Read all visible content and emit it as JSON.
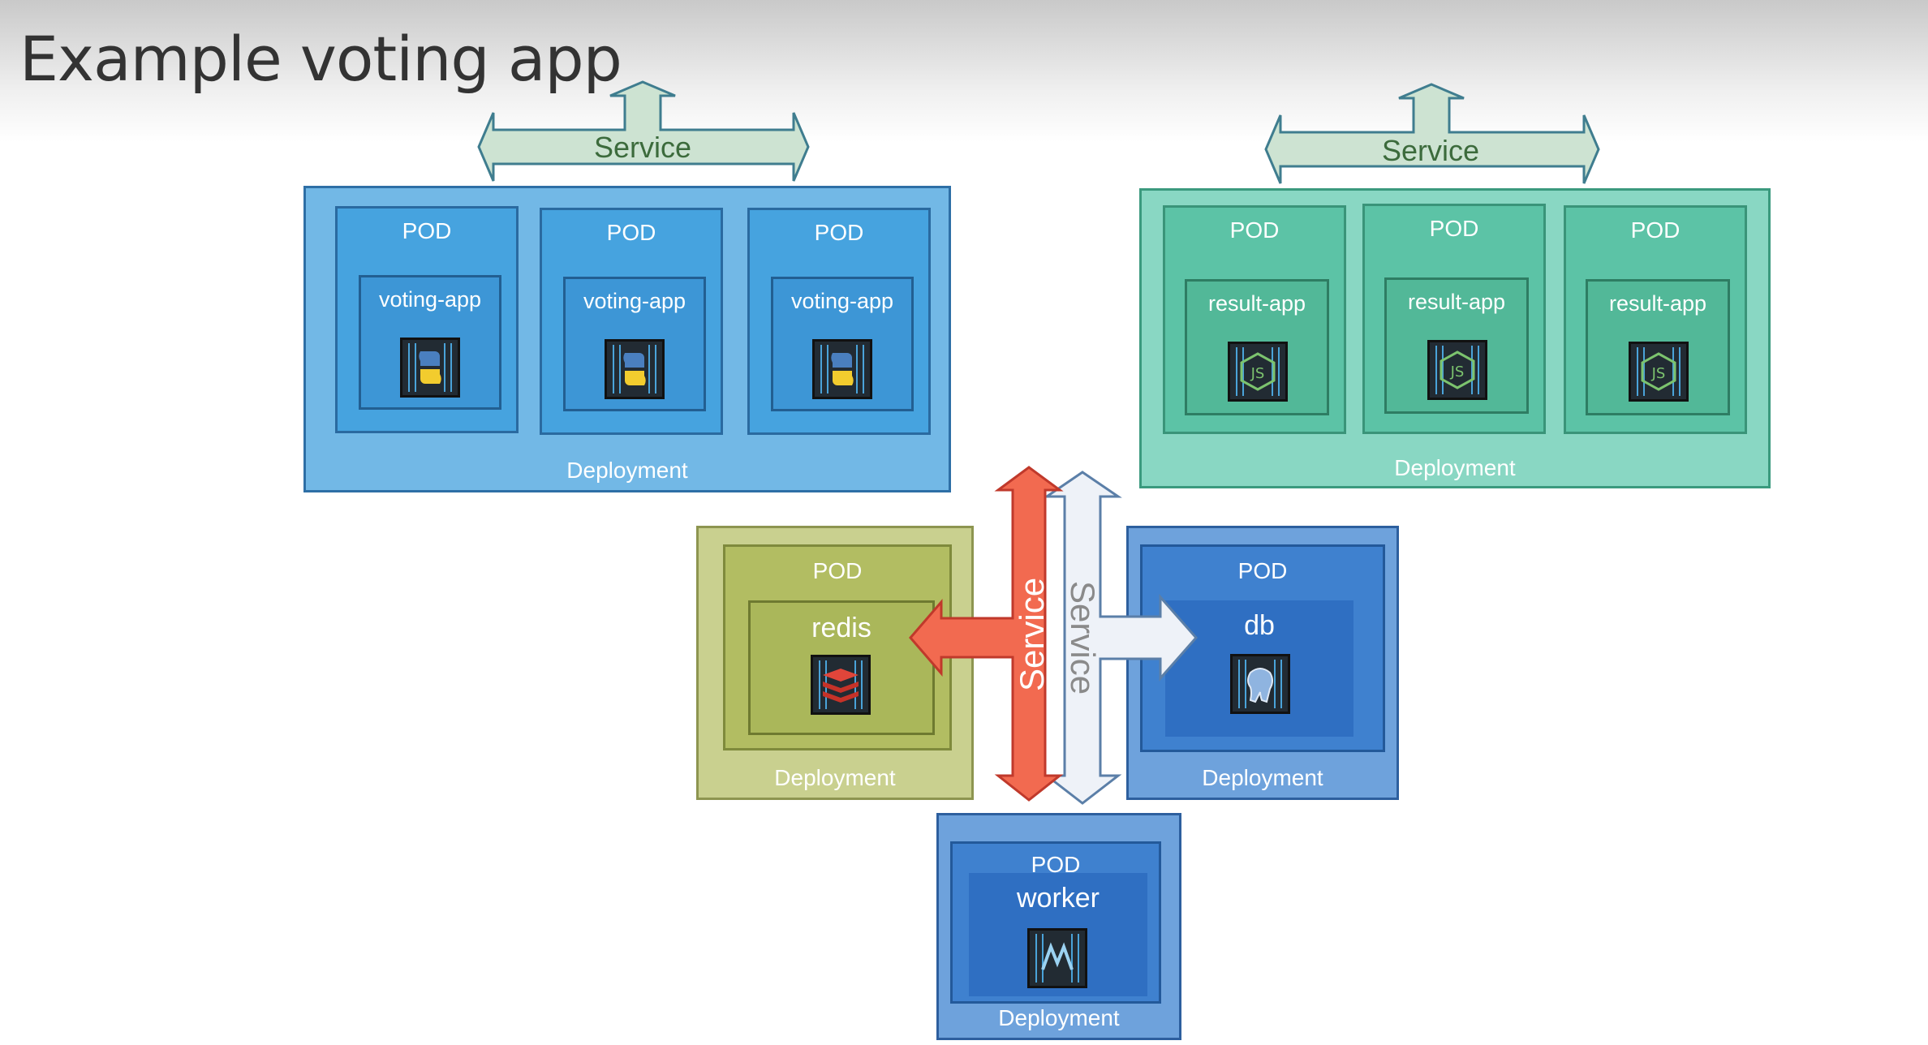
{
  "title": "Example voting app",
  "labels": {
    "service": "Service",
    "deployment": "Deployment",
    "pod": "POD"
  },
  "voting": {
    "container": "voting-app",
    "icon": "python-icon"
  },
  "result": {
    "container": "result-app",
    "icon": "nodejs-icon"
  },
  "redis": {
    "container": "redis",
    "icon": "redis-icon"
  },
  "db": {
    "container": "db",
    "icon": "postgres-icon"
  },
  "worker": {
    "container": "worker",
    "icon": "dotnet-icon"
  },
  "colors": {
    "voting_deployment": "#72b8e6",
    "voting_pod": "#46a3df",
    "result_deployment": "#89d7c3",
    "result_pod": "#5cc3a6",
    "redis_deployment": "#c9d08f",
    "redis_pod": "#b2bd62",
    "db_deployment": "#6ea2dc",
    "db_pod": "#3f81cf",
    "db_inner": "#2f6fc2",
    "service_arrow": "#cde3d2",
    "service_text": "#3c6b3c",
    "red_arrow": "#f26a50",
    "white_arrow": "#eef2f8"
  }
}
